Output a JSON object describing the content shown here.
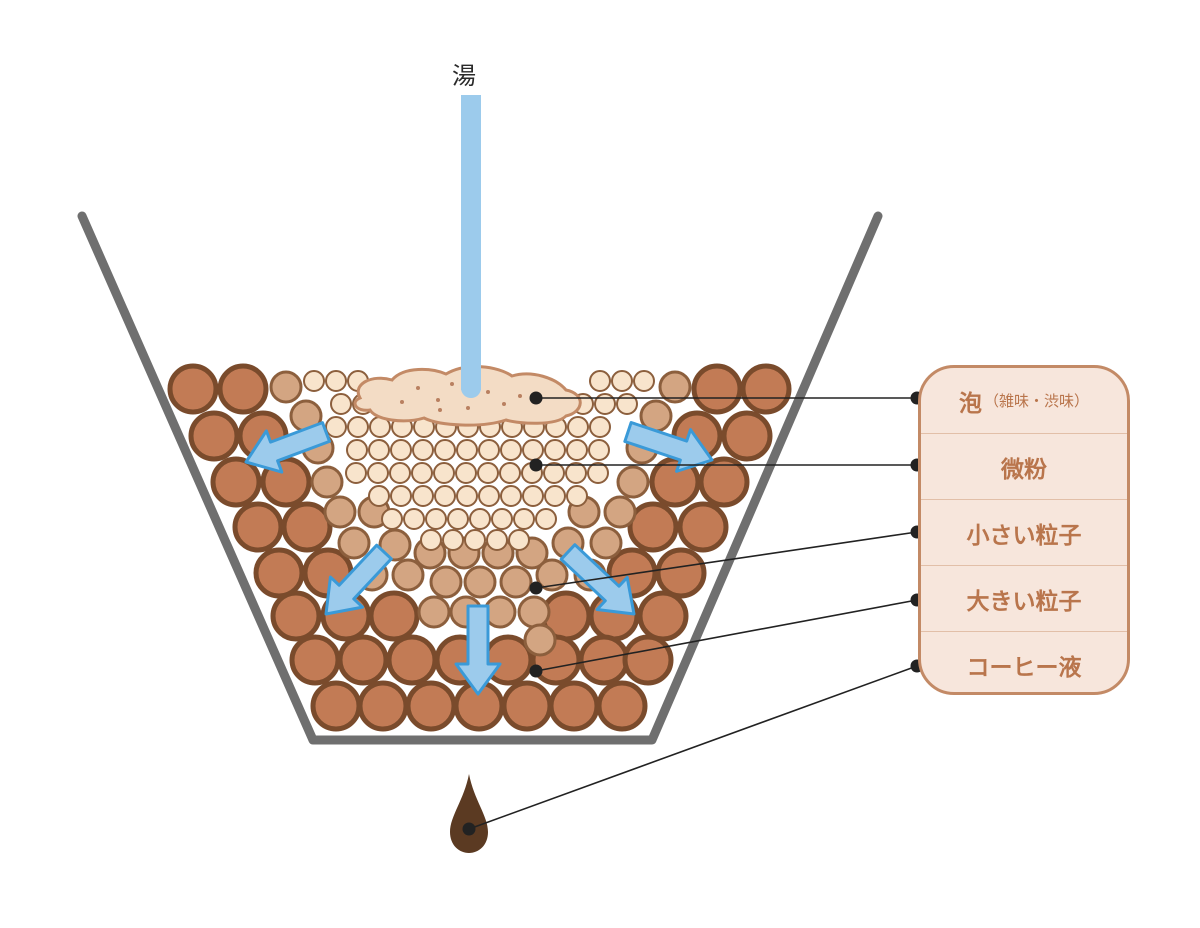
{
  "diagram": {
    "water_label": "湯",
    "legend": [
      {
        "key": "foam",
        "main": "泡",
        "sub": "（雑味・渋味）"
      },
      {
        "key": "fines",
        "main": "微粉",
        "sub": ""
      },
      {
        "key": "small",
        "main": "小さい粒子",
        "sub": ""
      },
      {
        "key": "large",
        "main": "大きい粒子",
        "sub": ""
      },
      {
        "key": "liquid",
        "main": "コーヒー液",
        "sub": ""
      }
    ],
    "colors": {
      "dripper": "#6f6f6f",
      "water": "#9ccbec",
      "arrow_fill": "#9ccbec",
      "arrow_stroke": "#3a9ad8",
      "large_particle": "#c27b55",
      "large_particle_rim": "#7a4b2c",
      "small_particle": "#d3a582",
      "small_particle_rim": "#8c5f3d",
      "fine_particle": "#f8e4cc",
      "fine_particle_rim": "#8c5f3d",
      "foam": "#f3dcc5",
      "foam_rim": "#c38a66",
      "drop": "#5b3a22",
      "legend_bg": "#f7e6dc",
      "legend_border": "#c38a66",
      "legend_text": "#b9754c",
      "leader": "#222222"
    }
  }
}
